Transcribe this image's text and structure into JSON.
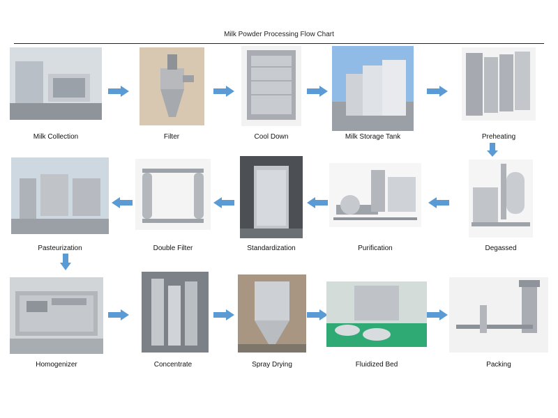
{
  "title": "Milk Powder Processing Flow Chart",
  "colors": {
    "arrow": "#5b9bd5",
    "steel": "#c9ccd1",
    "steel_dark": "#8d9299"
  },
  "steps": [
    "Milk Collection",
    "Filter",
    "Cool Down",
    "Milk Storage Tank",
    "Preheating",
    "Degassed",
    "Purification",
    "Standardization",
    "Double Filter",
    "Pasteurization",
    "Homogenizer",
    "Concentrate",
    "Spray Drying",
    "Fluidized Bed",
    "Packing"
  ]
}
